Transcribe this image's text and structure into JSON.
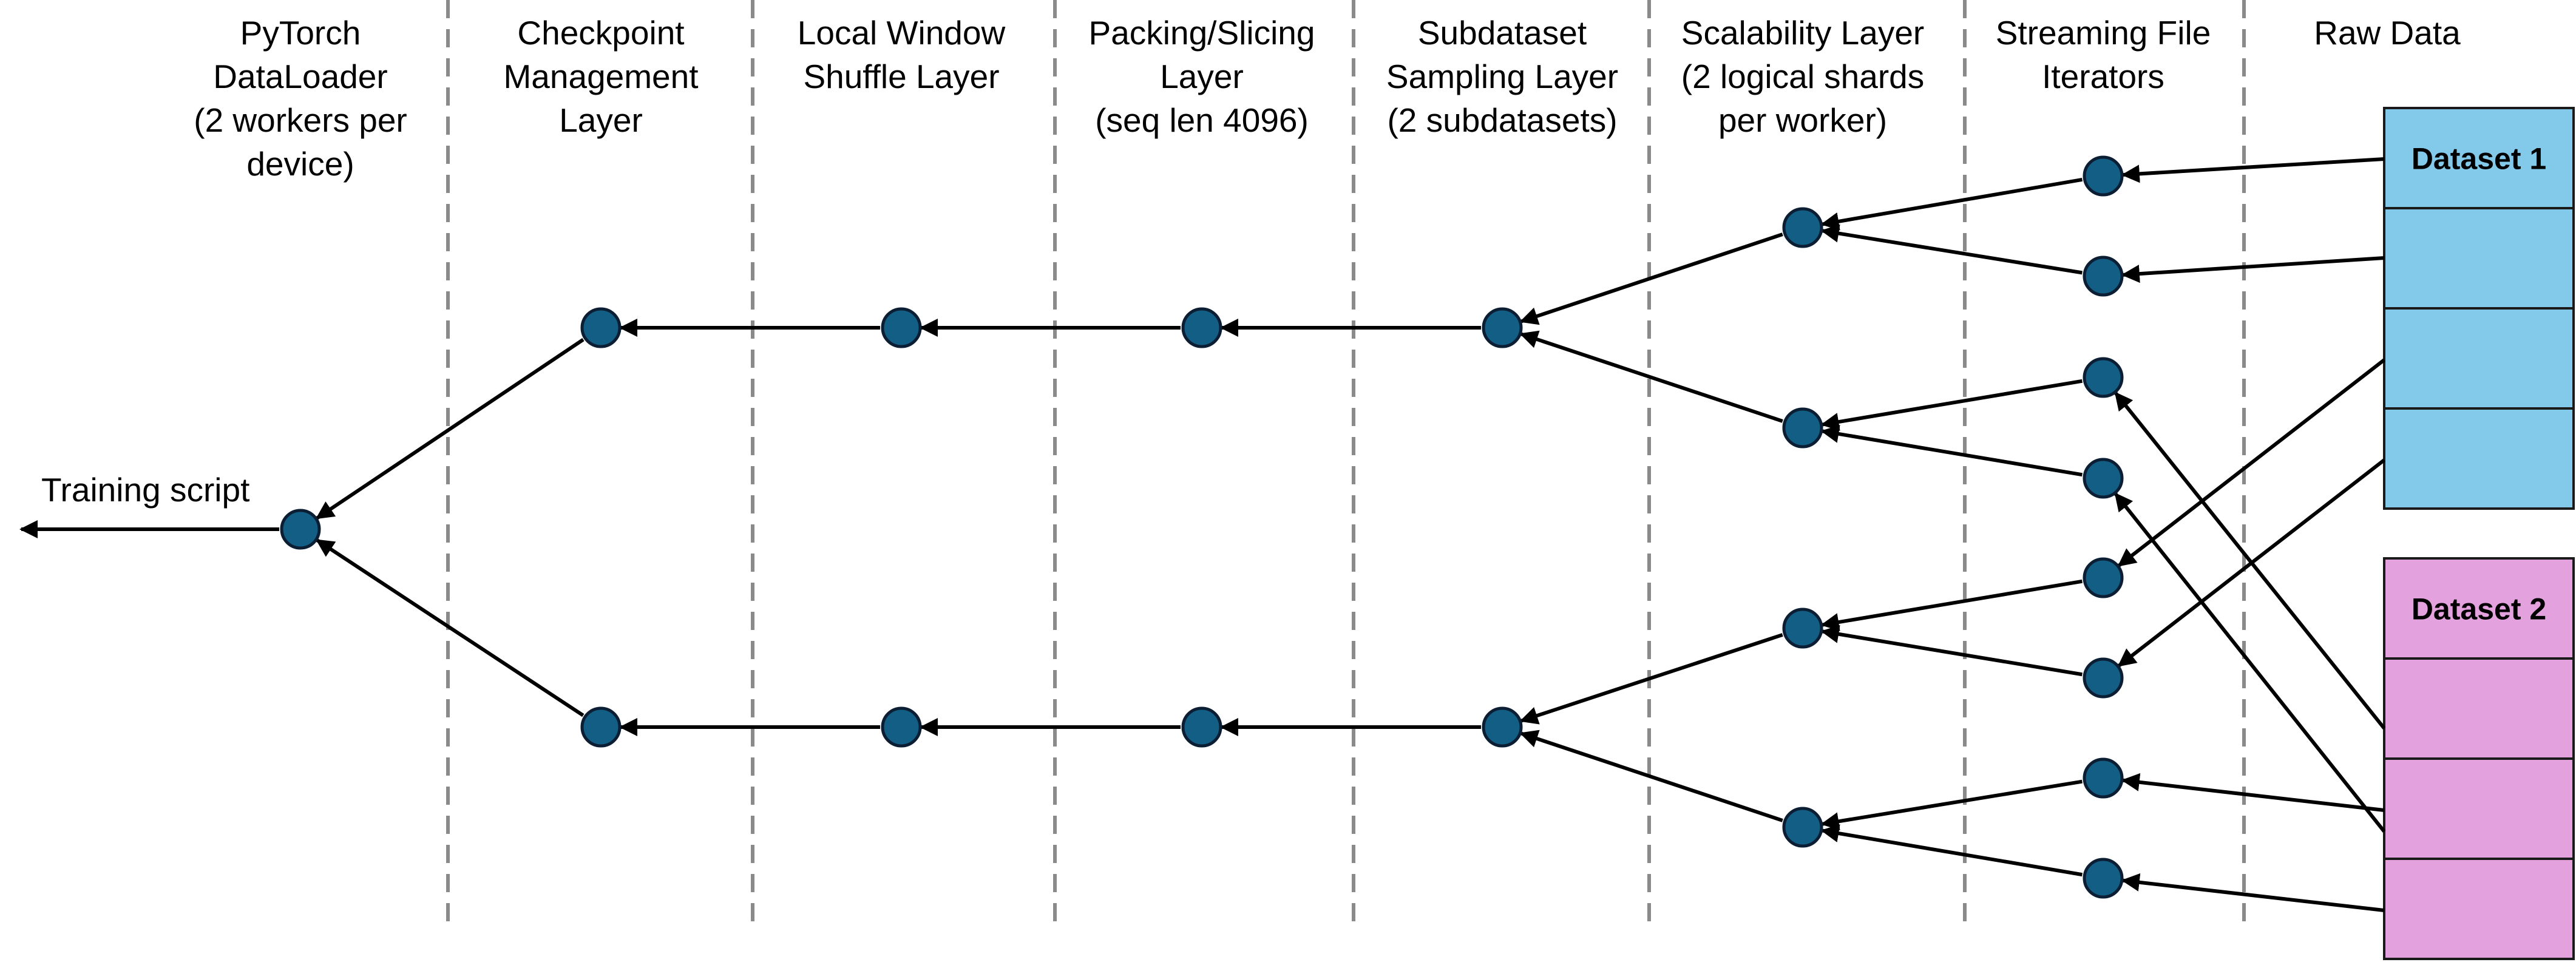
{
  "diagram": {
    "columns": [
      {
        "id": "dataloader",
        "lines": [
          "PyTorch",
          "DataLoader",
          "(2 workers per",
          "device)"
        ]
      },
      {
        "id": "checkpoint",
        "lines": [
          "Checkpoint",
          "Management",
          "Layer"
        ]
      },
      {
        "id": "shuffle",
        "lines": [
          "Local Window",
          "Shuffle Layer"
        ]
      },
      {
        "id": "packing",
        "lines": [
          "Packing/Slicing",
          "Layer",
          "(seq len 4096)"
        ]
      },
      {
        "id": "subdataset",
        "lines": [
          "Subdataset",
          "Sampling Layer",
          "(2 subdatasets)"
        ]
      },
      {
        "id": "scalability",
        "lines": [
          "Scalability Layer",
          "(2 logical shards",
          "per worker)"
        ]
      },
      {
        "id": "streaming",
        "lines": [
          "Streaming File",
          "Iterators"
        ]
      },
      {
        "id": "raw",
        "lines": [
          "Raw Data"
        ]
      }
    ],
    "training_label": "Training script",
    "datasets": [
      {
        "label": "Dataset 1",
        "color": "#83c9ea",
        "cells": 4
      },
      {
        "label": "Dataset 2",
        "color": "#e3a2dd",
        "cells": 4
      }
    ],
    "node_color": "#135e85"
  }
}
